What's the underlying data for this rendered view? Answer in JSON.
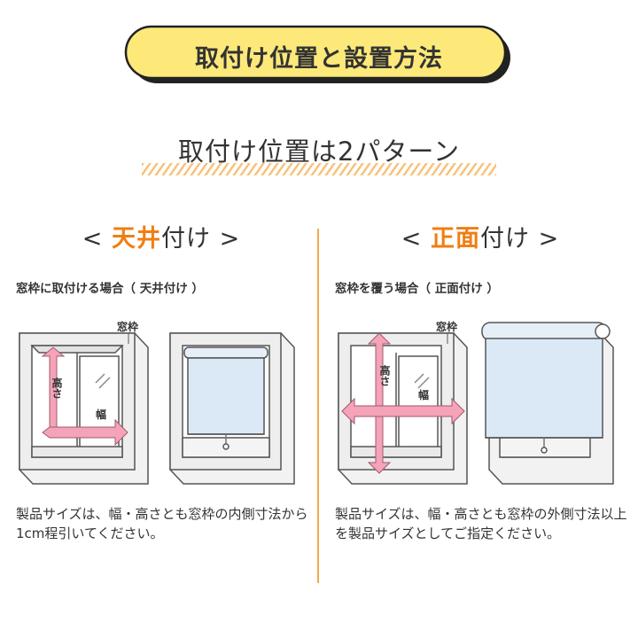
{
  "header": {
    "title": "取付け位置と設置方法"
  },
  "section": {
    "subtitle": "取付け位置は2パターン"
  },
  "left": {
    "bracket_open": "< ",
    "heading_accent": "天井",
    "heading_rest": "付け",
    "bracket_close": " >",
    "caption": "窓枠に取付ける場合（ 天井付け ）",
    "frame_label": "窓枠",
    "height_label": "高さ",
    "width_label": "幅",
    "note": "製品サイズは、幅・高さとも窓枠の内側寸法から1cm程引いてください。"
  },
  "right": {
    "bracket_open": "< ",
    "heading_accent": "正面",
    "heading_rest": "付け",
    "bracket_close": " >",
    "caption": "窓枠を覆う場合（ 正面付け ）",
    "frame_label": "窓枠",
    "height_label": "高さ",
    "width_label": "幅",
    "note": "製品サイズは、幅・高さとも窓枠の外側寸法以上を製品サイズとしてご指定ください。"
  },
  "colors": {
    "banner_fill": "#fce97a",
    "accent": "#f07e12",
    "divider": "#f2a94a",
    "arrow_pink": "#f4a3b8",
    "blind_blue": "#dbe9f6"
  },
  "icons": [
    "window-frame-icon",
    "roller-blind-icon",
    "dimension-arrow-icon"
  ]
}
